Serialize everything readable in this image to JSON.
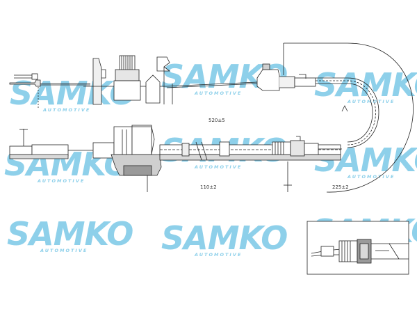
{
  "dimensions": {
    "length_1": "520±5",
    "length_2": "110±2",
    "length_3": "225±2"
  },
  "watermark": {
    "brand": "SAMKO",
    "sub": "AUTOMOTIVE",
    "color": "#8ed0ea"
  },
  "colors": {
    "line": "#222222",
    "fill_grey": "#d9d9d9",
    "fill_dark": "#9a9a9a"
  }
}
